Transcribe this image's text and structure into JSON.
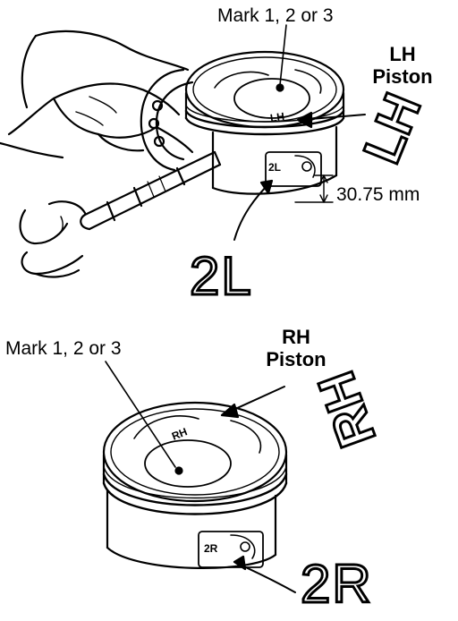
{
  "top": {
    "mark_label": "Mark 1, 2 or 3",
    "piston_label_line1": "LH",
    "piston_label_line2": "Piston",
    "side_letters": "LH",
    "measurement": "30.75 mm",
    "code_label": "2L",
    "crown_mark": "LH",
    "skirt_mark": "2L"
  },
  "bottom": {
    "mark_label": "Mark 1, 2 or 3",
    "piston_label_line1": "RH",
    "piston_label_line2": "Piston",
    "side_letters": "RH",
    "code_label": "2R",
    "crown_mark": "RH",
    "skirt_mark": "2R"
  }
}
